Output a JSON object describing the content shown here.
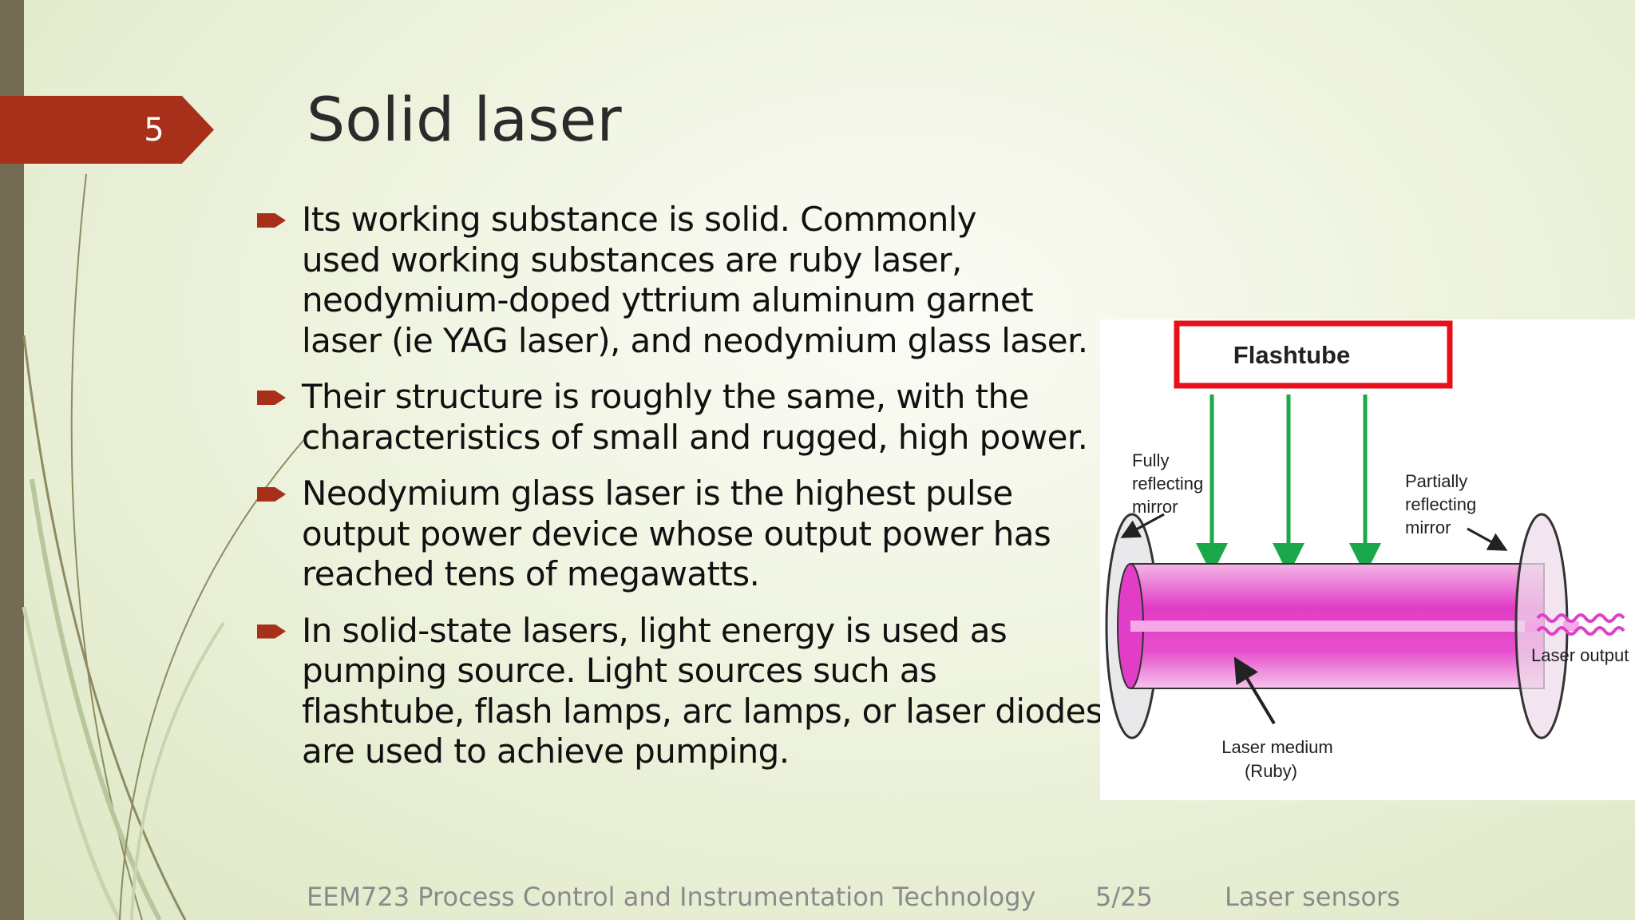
{
  "slide": {
    "number": "5",
    "title": "Solid laser",
    "bullets": [
      {
        "lines": [
          "Its working substance is solid. Commonly",
          "used working substances are ruby laser,",
          "neodymium-doped yttrium aluminum garnet",
          "laser (ie YAG laser), and neodymium glass laser."
        ]
      },
      {
        "lines": [
          "Their structure is roughly the same, with the",
          "characteristics of small and rugged, high power."
        ]
      },
      {
        "lines": [
          "Neodymium glass laser is the highest pulse",
          "output power device whose output power has",
          "reached tens of megawatts."
        ]
      },
      {
        "lines": [
          "In solid-state lasers, light energy is used as",
          "pumping source. Light sources such as",
          "flashtube, flash lamps, arc lamps, or laser diodes",
          "are used to achieve pumping."
        ]
      }
    ]
  },
  "figure": {
    "flashtube_label": "Flashtube",
    "fully_reflecting_mirror": [
      "Fully",
      "reflecting",
      "mirror"
    ],
    "partially_reflecting_mirror": [
      "Partially",
      "reflecting",
      "mirror"
    ],
    "laser_output": "Laser output",
    "laser_medium": [
      "Laser medium",
      "(Ruby)"
    ]
  },
  "footer": {
    "course": "EEM723 Process Control and Instrumentation Technology",
    "page": "5/25",
    "topic": "Laser sensors"
  },
  "colors": {
    "accent": "#a8301a",
    "left_bar": "#736b52",
    "flashtube_border": "#e8101a",
    "pump_arrows": "#1aa84a",
    "laser_rod": "#e040c8"
  }
}
